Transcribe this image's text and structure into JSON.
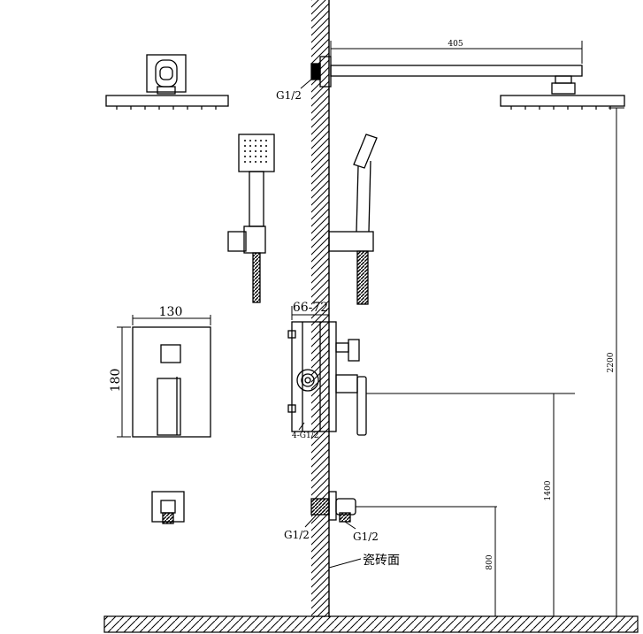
{
  "dims": {
    "arm_length": "405",
    "inlet_thread": "G1/2",
    "faceplate_width": "130",
    "faceplate_height": "180",
    "valve_depth": "66-72",
    "valve_ports": "4-G1/2",
    "height_shower": "2200",
    "height_valve": "1400",
    "height_outlet": "800",
    "outlet_thread_left": "G1/2",
    "outlet_thread_right": "G1/2",
    "tile_surface": "瓷砖面"
  },
  "colors": {
    "ink": "#000000",
    "hatch": "#000000"
  }
}
